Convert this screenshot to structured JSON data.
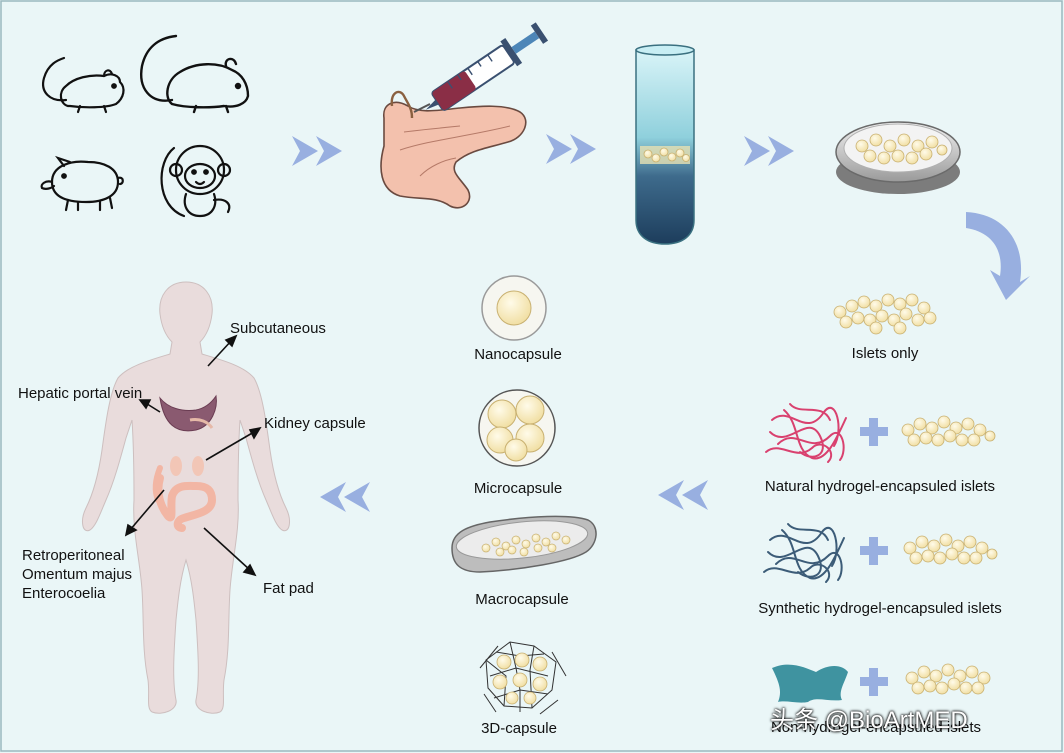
{
  "labels": {
    "subcutaneous": "Subcutaneous",
    "hepatic_portal_vein": "Hepatic portal vein",
    "kidney_capsule": "Kidney capsule",
    "retroperitoneal": "Retroperitoneal",
    "omentum_majus": "Omentum majus",
    "enterocoelia": "Enterocoelia",
    "fat_pad": "Fat pad",
    "nanocapsule": "Nanocapsule",
    "microcapsule": "Microcapsule",
    "macrocapsule": "Macrocapsule",
    "capsule_3d": "3D-capsule",
    "islets_only": "Islets only",
    "natural": "Natural hydrogel-encapsuled islets",
    "synthetic": "Synthetic hydrogel-encapsuled islets",
    "non_hydrogel": "Non-hydrogel-encapsuled islets"
  },
  "watermark": "头条 @BioArtMED",
  "colors": {
    "background": "#eaf6f7",
    "arrow": "#98afe0",
    "islet": "#f6e8b8",
    "natural_fiber": "#d9416f",
    "synthetic_fiber": "#3c5c78",
    "non_hydrogel_shape": "#3f93a0",
    "body": "#e9dcdc"
  },
  "icons": [
    "mouse-icon",
    "rat-icon",
    "pig-icon",
    "monkey-icon",
    "syringe-icon",
    "pancreas-icon",
    "test-tube-icon",
    "petri-dish-icon"
  ]
}
